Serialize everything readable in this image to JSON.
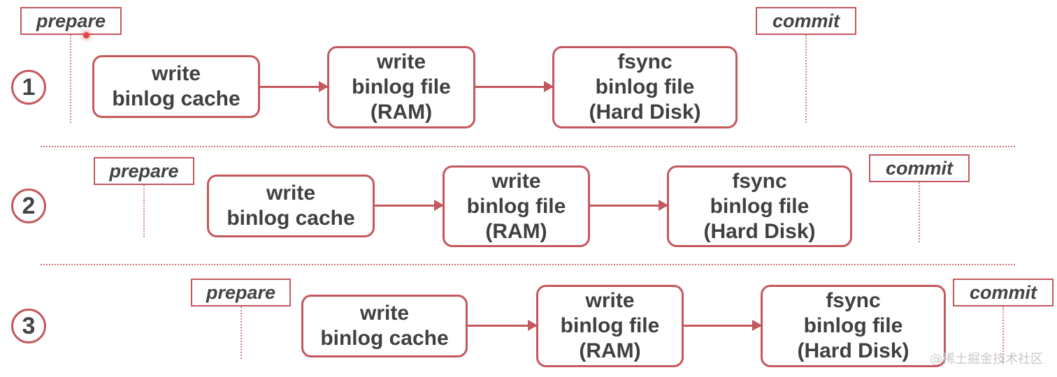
{
  "rows": [
    {
      "number": "1",
      "prepare": "prepare",
      "commit": "commit",
      "steps": [
        {
          "lines": [
            "write",
            "binlog cache"
          ]
        },
        {
          "lines": [
            "write",
            "binlog file",
            "(RAM)"
          ]
        },
        {
          "lines": [
            "fsync",
            "binlog file",
            "(Hard Disk)"
          ]
        }
      ]
    },
    {
      "number": "2",
      "prepare": "prepare",
      "commit": "commit",
      "steps": [
        {
          "lines": [
            "write",
            "binlog cache"
          ]
        },
        {
          "lines": [
            "write",
            "binlog file",
            "(RAM)"
          ]
        },
        {
          "lines": [
            "fsync",
            "binlog file",
            "(Hard Disk)"
          ]
        }
      ]
    },
    {
      "number": "3",
      "prepare": "prepare",
      "commit": "commit",
      "steps": [
        {
          "lines": [
            "write",
            "binlog cache"
          ]
        },
        {
          "lines": [
            "write",
            "binlog file",
            "(RAM)"
          ]
        },
        {
          "lines": [
            "fsync",
            "binlog file",
            "(Hard Disk)"
          ]
        }
      ]
    }
  ],
  "watermark": "@稀土掘金技术社区",
  "colors": {
    "accent": "#c4585c",
    "text": "#404040",
    "dotted": "#d78388"
  }
}
